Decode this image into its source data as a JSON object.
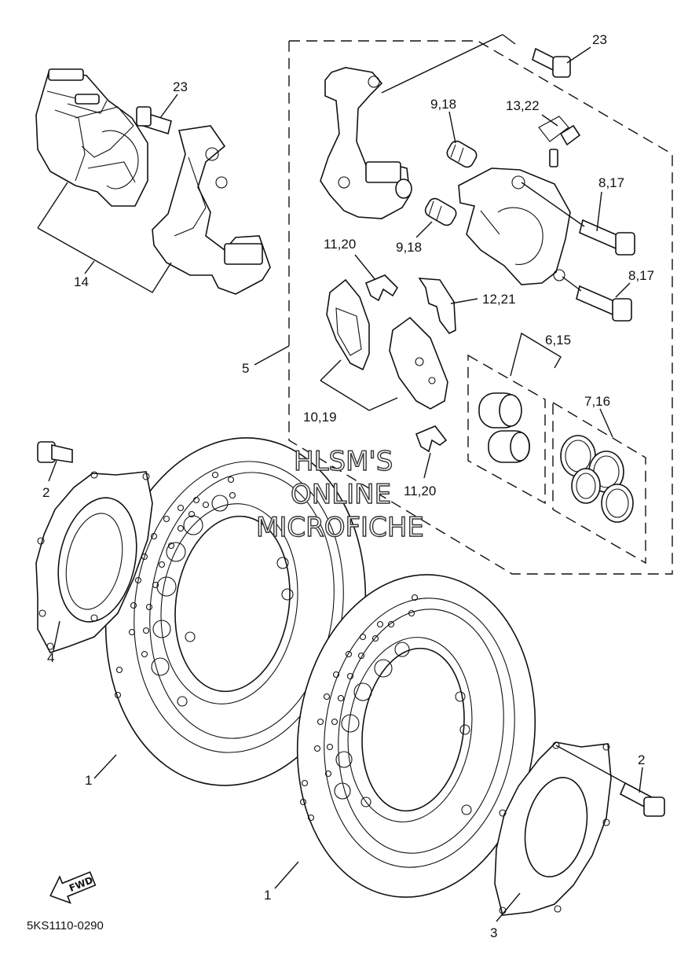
{
  "labels": {
    "l23a": "23",
    "l23b": "23",
    "l14": "14",
    "l918a": "9,18",
    "l918b": "9,18",
    "l1322": "13,22",
    "l817a": "8,17",
    "l817b": "8,17",
    "l1120a": "11,20",
    "l1221": "12,21",
    "l5": "5",
    "l615": "6,15",
    "l716": "7,16",
    "l1019": "10,19",
    "l1120b": "11,20",
    "l2a": "2",
    "l4": "4",
    "l1a": "1",
    "l1b": "1",
    "l2b": "2",
    "l3": "3"
  },
  "watermark": [
    "HLSM'S",
    "ONLINE",
    "MICROFICHE"
  ],
  "fwd_label": "FWD",
  "diagram_code": "5KS1110-0290"
}
